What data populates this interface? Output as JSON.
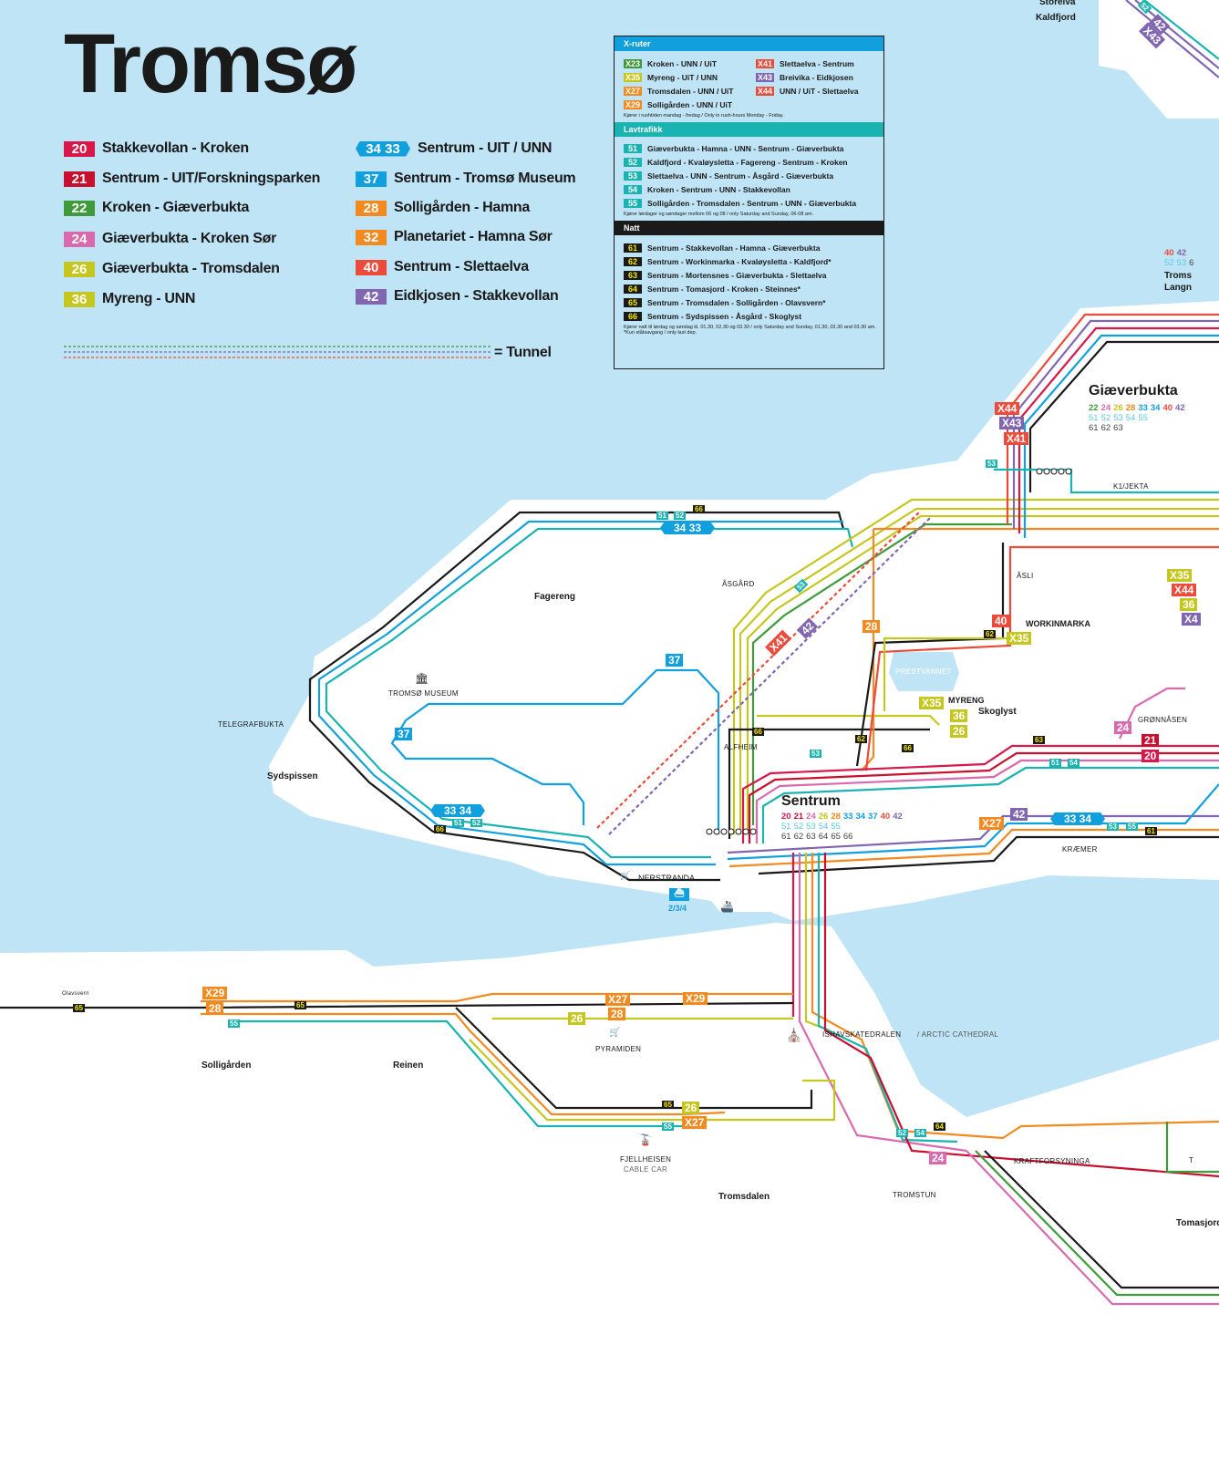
{
  "title": "Tromsø",
  "colors": {
    "water": "#bfe4f5",
    "land": "#ffffff",
    "r20": "#d8174a",
    "r21": "#c8102e",
    "r22": "#3f9a3a",
    "r24": "#d96aae",
    "r26": "#c6c620",
    "r33": "#11a0dd",
    "r28": "#f28a1f",
    "r40": "#eb4b3a",
    "r42": "#8066b0",
    "lav": "#1ab3b1",
    "natt": "#1a1a1a"
  },
  "legend_left": [
    {
      "num": "20",
      "label": "Stakkevollan - Kroken"
    },
    {
      "num": "21",
      "label": "Sentrum - UIT/Forskningsparken"
    },
    {
      "num": "22",
      "label": "Kroken - Giæverbukta"
    },
    {
      "num": "24",
      "label": "Giæverbukta - Kroken Sør"
    },
    {
      "num": "26",
      "label": "Giæverbukta - Tromsdalen"
    },
    {
      "num": "36",
      "label": "Myreng - UNN"
    }
  ],
  "legend_right": [
    {
      "num": "34 33",
      "label": "Sentrum - UIT / UNN"
    },
    {
      "num": "37",
      "label": "Sentrum - Tromsø Museum"
    },
    {
      "num": "28",
      "label": "Solligården - Hamna"
    },
    {
      "num": "32",
      "label": "Planetariet - Hamna Sør"
    },
    {
      "num": "40",
      "label": "Sentrum - Slettaelva"
    },
    {
      "num": "42",
      "label": "Eidkjosen - Stakkevollan"
    }
  ],
  "tunnel_label": "= Tunnel",
  "info": {
    "x_title": "X-ruter",
    "x_routes": [
      {
        "num": "X23",
        "label": "Kroken - UNN / UiT"
      },
      {
        "num": "X41",
        "label": "Slettaelva - Sentrum"
      },
      {
        "num": "X35",
        "label": "Myreng - UiT / UNN"
      },
      {
        "num": "X43",
        "label": "Breivika - Eidkjosen"
      },
      {
        "num": "X27",
        "label": "Tromsdalen - UNN / UiT"
      },
      {
        "num": "X44",
        "label": "UNN / UiT - Slettaelva"
      },
      {
        "num": "X29",
        "label": "Solligården - UNN / UiT"
      }
    ],
    "x_note": "Kjører i rushtiden mandag - fredag / Only in rush-hours Monday - Friday.",
    "l_title": "Lavtrafikk",
    "l_routes": [
      {
        "num": "51",
        "label": "Giæverbukta - Hamna - UNN - Sentrum - Giæverbukta"
      },
      {
        "num": "52",
        "label": "Kaldfjord - Kvaløysletta - Fagereng - Sentrum - Kroken"
      },
      {
        "num": "53",
        "label": "Slettaelva - UNN - Sentrum - Åsgård - Giæverbukta"
      },
      {
        "num": "54",
        "label": "Kroken - Sentrum - UNN - Stakkevollan"
      },
      {
        "num": "55",
        "label": "Solligården - Tromsdalen - Sentrum - UNN - Giæverbukta"
      }
    ],
    "l_note": "Kjører lørdager og søndager mellom 06 og 08 / only Saturday and Sunday, 06-08 am.",
    "n_title": "Natt",
    "n_routes": [
      {
        "num": "61",
        "label": "Sentrum - Stakkevollan - Hamna - Giæverbukta"
      },
      {
        "num": "62",
        "label": "Sentrum - Workinmarka - Kvaløysletta - Kaldfjord*"
      },
      {
        "num": "63",
        "label": "Sentrum - Mortensnes - Giæverbukta - Slettaelva"
      },
      {
        "num": "64",
        "label": "Sentrum - Tomasjord - Kroken - Steinnes*"
      },
      {
        "num": "65",
        "label": "Sentrum - Tromsdalen - Solligården - Olavsvern*"
      },
      {
        "num": "66",
        "label": "Sentrum - Sydspissen - Åsgård - Skoglyst"
      }
    ],
    "n_note": "Kjører natt til lørdag og søndag kl. 01.30, 02.30 og 03.30 / only Saturday and Sunday, 01.30, 02.30 and 03.30 am.",
    "n_note2": "*Kun ståtsavgang / only last dep."
  },
  "places": {
    "storelva": "Storelva",
    "kaldfjord": "Kaldfjord",
    "giaeverbukta": "Giæverbukta",
    "k1": "K1/JEKTA",
    "asli": "ÅSLI",
    "workinmarka": "WORKINMARKA",
    "asgard": "ÅSGÅRD",
    "fagereng": "Fagereng",
    "museum": "TROMSØ MUSEUM",
    "telegrafbukta": "TELEGRAFBUKTA",
    "sydspissen": "Sydspissen",
    "alfheim": "ALFHEIM",
    "prestvannet": "PRESTVANNET",
    "myreng": "MYRENG",
    "skoglyst": "Skoglyst",
    "gronnasen": "GRØNNÅSEN",
    "sentrum": "Sentrum",
    "kraemer": "KRÆMER",
    "nerstranda": "NERSTRANDA",
    "ferry": "2/3/4",
    "olavsvern": "Olavsvern",
    "solligarden": "Solligården",
    "reinen": "Reinen",
    "pyramiden": "PYRAMIDEN",
    "ishavs": "ISHAVSKATEDRALEN",
    "arctic": "/ ARCTIC CATHEDRAL",
    "fjellheisen": "FJELLHEISEN",
    "cablecar": "CABLE CAR",
    "tromsdalen": "Tromsdalen",
    "tromstun": "TROMSTUN",
    "kraft": "KRAFTFORSYNINGA",
    "tomasjord": "Tomasjord",
    "langnes1": "Troms",
    "langnes2": "Langn",
    "tomas2": "T"
  },
  "stops": {
    "giaeverbukta": [
      [
        {
          "n": "22",
          "c": "#3f9a3a"
        },
        {
          "n": "24",
          "c": "#d96aae"
        },
        {
          "n": "26",
          "c": "#c6c620"
        },
        {
          "n": "28",
          "c": "#f28a1f"
        },
        {
          "n": "33",
          "c": "#11a0dd"
        },
        {
          "n": "34",
          "c": "#11a0dd"
        },
        {
          "n": "40",
          "c": "#eb4b3a"
        },
        {
          "n": "42",
          "c": "#8066b0"
        }
      ],
      [
        {
          "n": "51",
          "c": "#5fc8dd"
        },
        {
          "n": "52",
          "c": "#5fc8dd"
        },
        {
          "n": "53",
          "c": "#5fc8dd"
        },
        {
          "n": "54",
          "c": "#5fc8dd"
        },
        {
          "n": "55",
          "c": "#5fc8dd"
        }
      ],
      [
        {
          "n": "61",
          "c": "#444"
        },
        {
          "n": "62",
          "c": "#444"
        },
        {
          "n": "63",
          "c": "#444"
        }
      ]
    ],
    "sentrum": [
      [
        {
          "n": "20",
          "c": "#d8174a"
        },
        {
          "n": "21",
          "c": "#c8102e"
        },
        {
          "n": "24",
          "c": "#d96aae"
        },
        {
          "n": "26",
          "c": "#c6c620"
        },
        {
          "n": "28",
          "c": "#f28a1f"
        },
        {
          "n": "33",
          "c": "#11a0dd"
        },
        {
          "n": "34",
          "c": "#11a0dd"
        },
        {
          "n": "37",
          "c": "#11a0dd"
        },
        {
          "n": "40",
          "c": "#eb4b3a"
        },
        {
          "n": "42",
          "c": "#8066b0"
        }
      ],
      [
        {
          "n": "51",
          "c": "#5fc8dd"
        },
        {
          "n": "52",
          "c": "#5fc8dd"
        },
        {
          "n": "53",
          "c": "#5fc8dd"
        },
        {
          "n": "54",
          "c": "#5fc8dd"
        },
        {
          "n": "55",
          "c": "#5fc8dd"
        }
      ],
      [
        {
          "n": "61",
          "c": "#444"
        },
        {
          "n": "62",
          "c": "#444"
        },
        {
          "n": "63",
          "c": "#444"
        },
        {
          "n": "64",
          "c": "#444"
        },
        {
          "n": "65",
          "c": "#444"
        },
        {
          "n": "66",
          "c": "#444"
        }
      ]
    ],
    "langnes": [
      [
        {
          "n": "40",
          "c": "#eb4b3a"
        },
        {
          "n": "42",
          "c": "#8066b0"
        }
      ],
      [
        {
          "n": "52",
          "c": "#5fc8dd"
        },
        {
          "n": "53",
          "c": "#5fc8dd"
        },
        {
          "n": "6",
          "c": "#444"
        }
      ]
    ]
  },
  "badges": [
    "51",
    "52",
    "66",
    "34 33",
    "37",
    "37",
    "33 34",
    "51",
    "52",
    "66",
    "53",
    "X41",
    "42",
    "28",
    "40",
    "62",
    "X35",
    "X35",
    "36",
    "26",
    "66",
    "62",
    "66",
    "53",
    "63",
    "21",
    "20",
    "51",
    "54",
    "24",
    "42",
    "33 34",
    "X27",
    "53",
    "55",
    "61",
    "X44",
    "X43",
    "X41",
    "53",
    "X35",
    "X44",
    "36",
    "X4",
    "42",
    "X43",
    "52",
    "X29",
    "28",
    "55",
    "65",
    "65",
    "X27",
    "28",
    "X29",
    "26",
    "65",
    "26",
    "55",
    "X27",
    "52",
    "54",
    "64",
    "24"
  ]
}
